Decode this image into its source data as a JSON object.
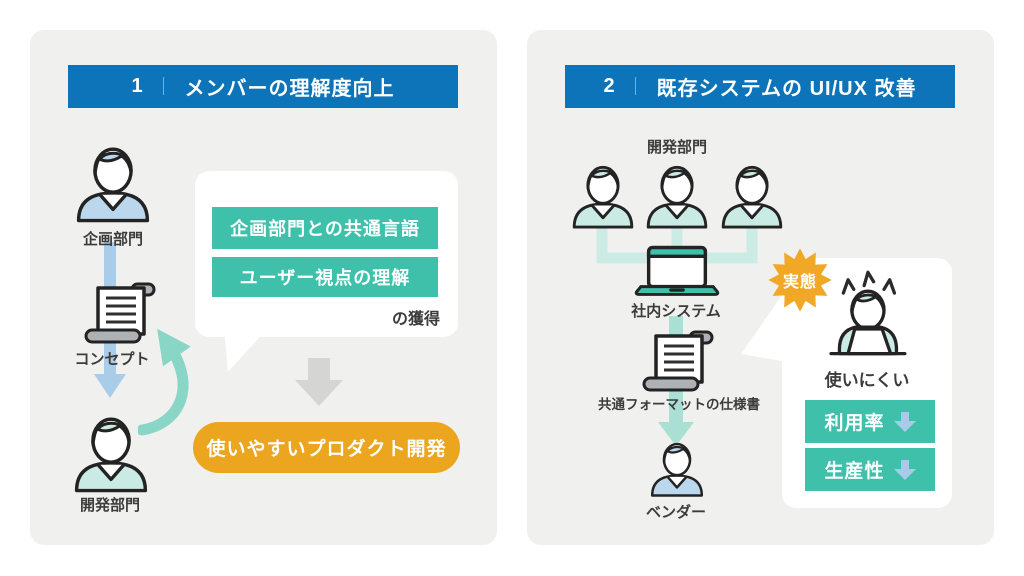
{
  "colors": {
    "panel_bg": "#f0f0ef",
    "header_blue": "#0d74b9",
    "teal": "#3fc0ab",
    "teal_connector": "#cdebe5",
    "teal_flow_arrow": "#aadfd4",
    "teal_curve_arrow": "#8ad6c6",
    "blue_flow_arrow": "#a9cde9",
    "person_blue": "#bad7ed",
    "person_teal": "#c9ebe3",
    "orange_pill": "#eca51f",
    "orange_burst": "#f0a826",
    "gray_arrow": "#d5d5d4",
    "text_dark": "#3c3c3c"
  },
  "icons": {
    "person": "person-bust",
    "scroll": "scroll-document",
    "laptop": "laptop",
    "stressed_user": "stressed-user-at-laptop",
    "burst": "burst-star",
    "down_arrow": "down-arrow",
    "curved_arrow": "curved-feedback-arrow"
  },
  "left_panel": {
    "header": {
      "number": "1",
      "separator": "｜",
      "title": "メンバーの理解度向上"
    },
    "planning_person_label": "企画部門",
    "concept_label": "コンセプト",
    "development_person_label": "開発部門",
    "speech_bubble": {
      "highlights": [
        "企画部門との共通言語",
        "ユーザー視点の理解"
      ],
      "suffix": "の獲得"
    },
    "outcome_label": "使いやすいプロダクト開発"
  },
  "right_panel": {
    "header": {
      "number": "2",
      "separator": "｜",
      "title": "既存システムの UI/UX 改善"
    },
    "development_group_label": "開発部門",
    "system_label": "社内システム",
    "spec_label": "共通フォーマットの仕様書",
    "vendor_label": "ベンダー",
    "reality_badge": "実態",
    "speech_bubble": {
      "complaint_label": "使いにくい",
      "metrics": [
        {
          "label": "利用率",
          "trend": "down"
        },
        {
          "label": "生産性",
          "trend": "down"
        }
      ]
    }
  }
}
